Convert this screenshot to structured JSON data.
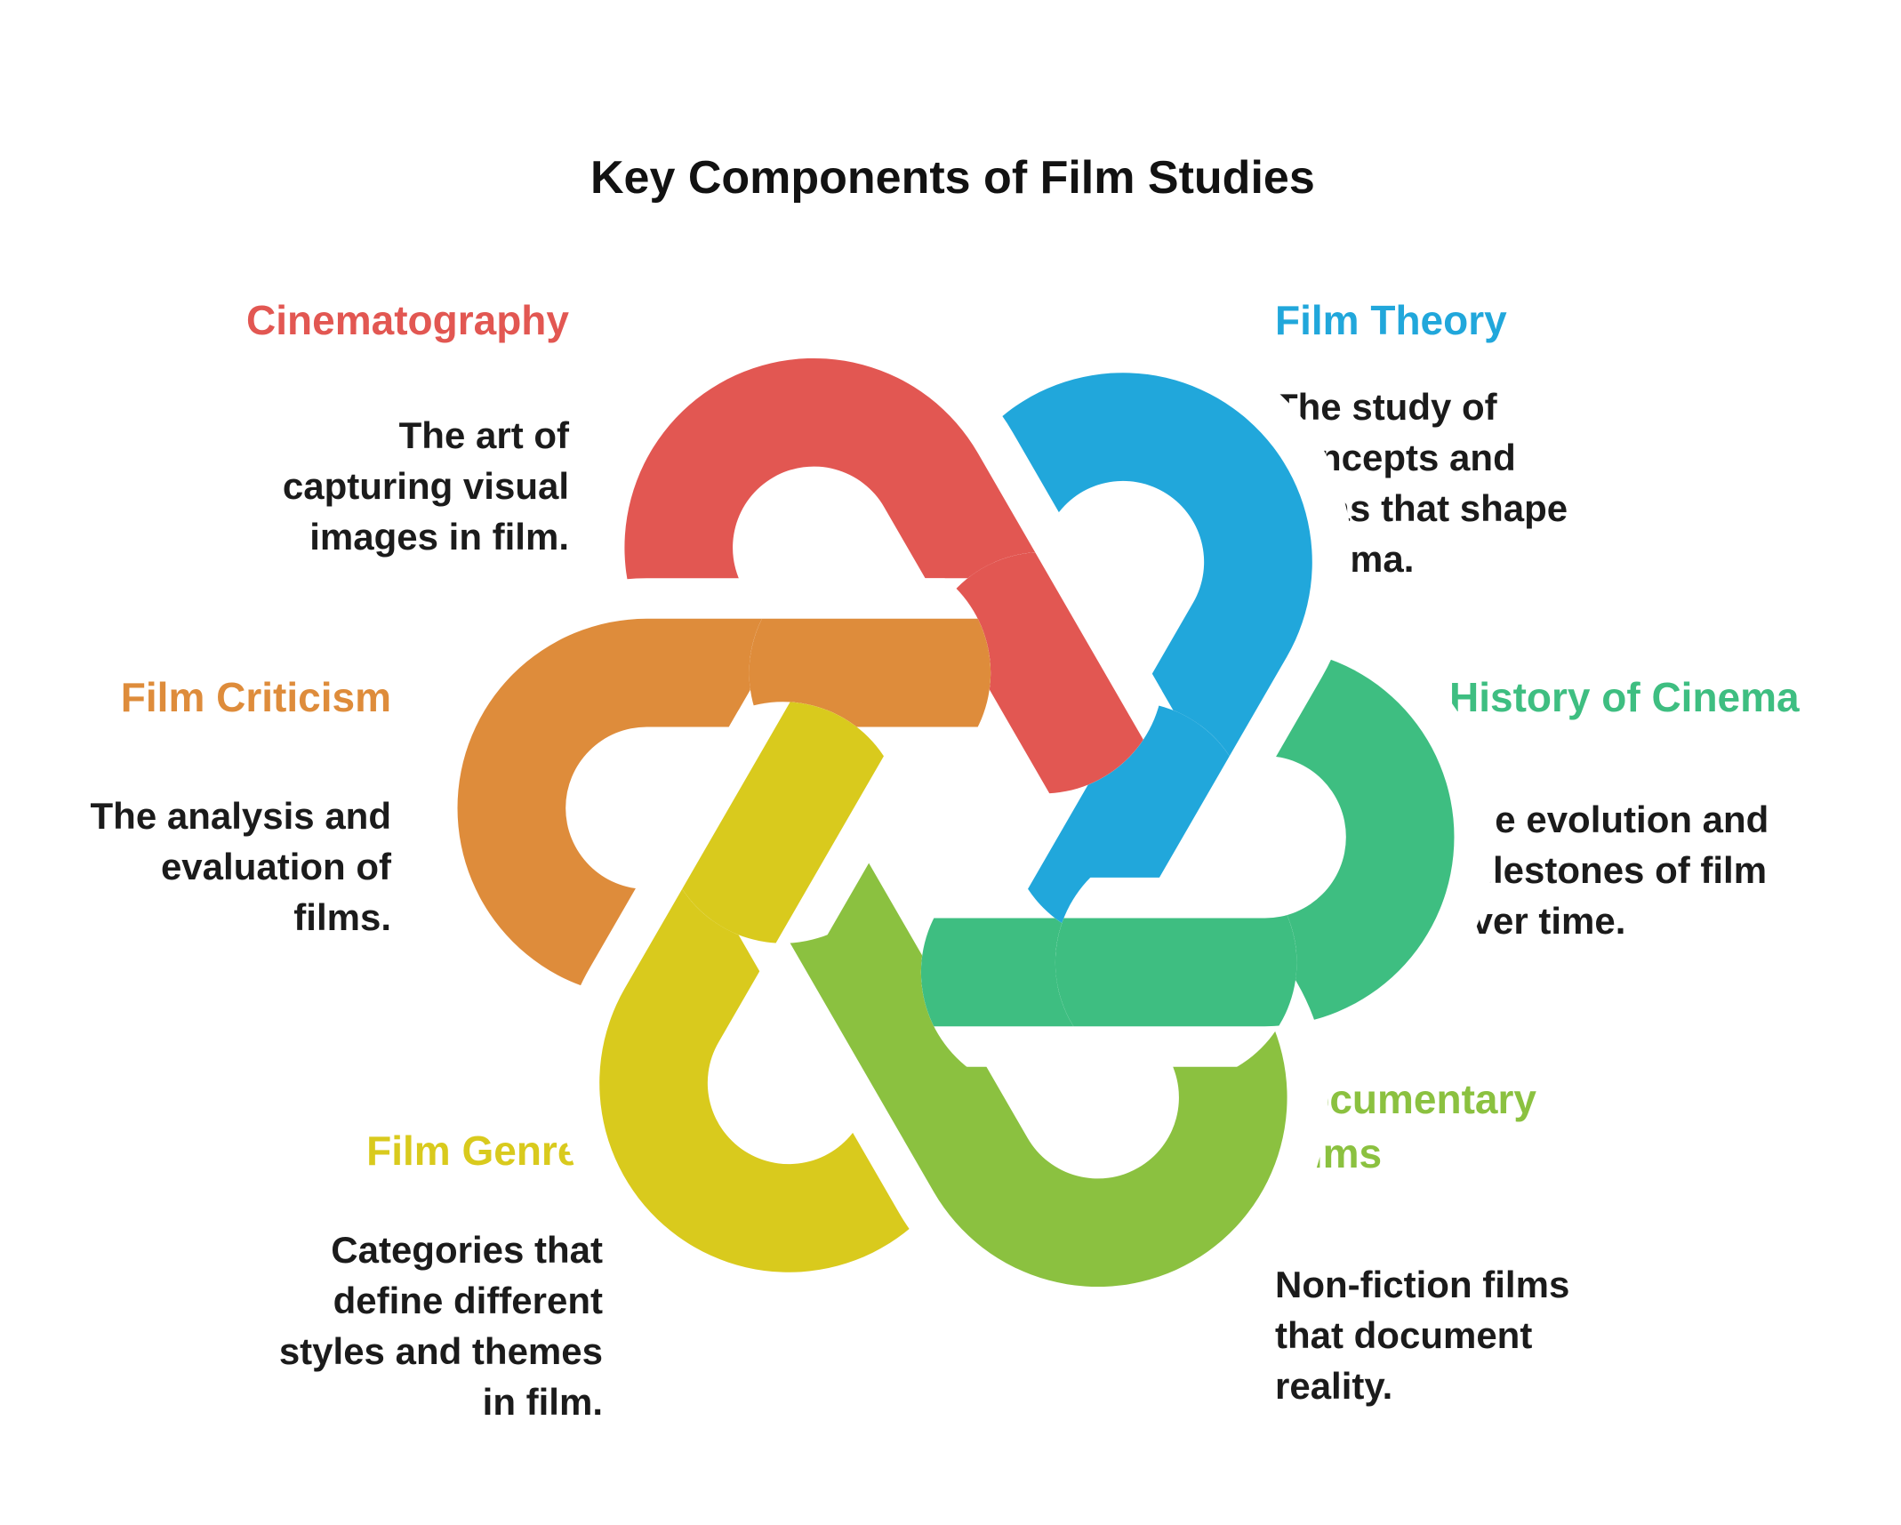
{
  "title": "Key Components of Film Studies",
  "sections": [
    {
      "id": "cinematography",
      "label_lines": [
        "Cinematography"
      ],
      "color": "#E25752",
      "align": "right",
      "lines": [
        "The art of",
        "capturing visual",
        "images in film."
      ]
    },
    {
      "id": "film-theory",
      "label_lines": [
        "Film Theory"
      ],
      "color": "#21A7DB",
      "align": "left",
      "lines": [
        "The study of",
        "concepts and",
        "ideas that shape",
        "cinema."
      ]
    },
    {
      "id": "film-criticism",
      "label_lines": [
        "Film Criticism"
      ],
      "color": "#DE8C3B",
      "align": "right",
      "lines": [
        "The analysis and",
        "evaluation of",
        "films."
      ]
    },
    {
      "id": "history-of-cinema",
      "label_lines": [
        "History of Cinema"
      ],
      "color": "#3EBE81",
      "align": "left",
      "lines": [
        "The evolution and",
        "milestones of film",
        "over time."
      ]
    },
    {
      "id": "film-genres",
      "label_lines": [
        "Film Genres"
      ],
      "color": "#D9CA1D",
      "align": "right",
      "lines": [
        "Categories that",
        "define different",
        "styles and themes",
        "in film."
      ]
    },
    {
      "id": "documentary-films",
      "label_lines": [
        "Documentary",
        "Films"
      ],
      "color": "#8BC140",
      "align": "left",
      "lines": [
        "Non-fiction films",
        "that document",
        "reality."
      ]
    }
  ]
}
